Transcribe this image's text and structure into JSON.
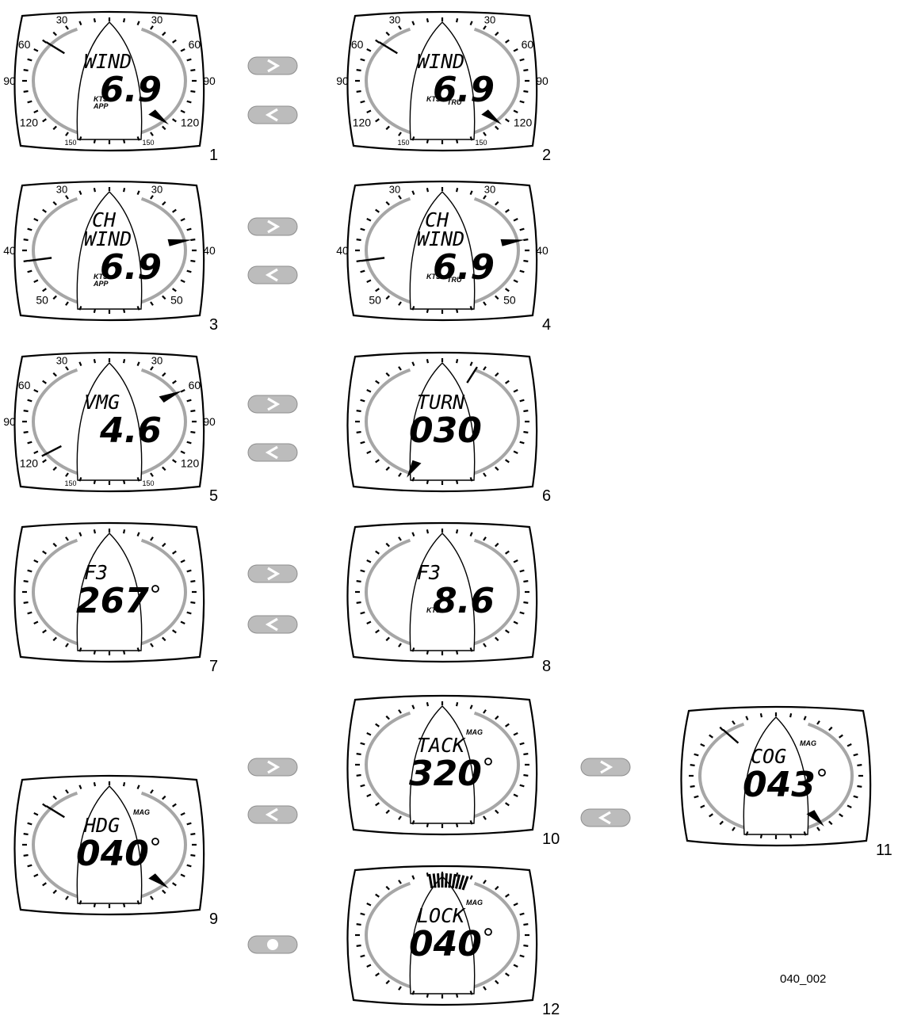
{
  "figure_id": "040_002",
  "button_icons": {
    "next": "chevron-right-icon",
    "prev": "chevron-left-icon",
    "press": "dot-icon"
  },
  "colors": {
    "button_fill": "#bcbcbc",
    "arc_gray": "#a6a6a6",
    "line": "#000000"
  },
  "panels": [
    {
      "number": "1",
      "mode": "WIND",
      "mode2": "",
      "value": "6.9",
      "unit": "KTS",
      "sub": "APP",
      "sub_pos": "under",
      "mag": "",
      "degree": false,
      "scale": {
        "top": "30",
        "mid": "60",
        "low": "90",
        "lower": "120",
        "bottom": "150"
      }
    },
    {
      "number": "2",
      "mode": "WIND",
      "mode2": "",
      "value": "6.9",
      "unit": "KTS",
      "sub": "TRU",
      "sub_pos": "right",
      "mag": "",
      "degree": false,
      "scale": {
        "top": "30",
        "mid": "60",
        "low": "90",
        "lower": "120",
        "bottom": "150"
      }
    },
    {
      "number": "3",
      "mode": "WIND",
      "mode2": "CH",
      "value": "6.9",
      "unit": "KTS",
      "sub": "APP",
      "sub_pos": "under",
      "mag": "",
      "degree": false,
      "scale": {
        "top": "30",
        "mid": "40",
        "low": "50"
      }
    },
    {
      "number": "4",
      "mode": "WIND",
      "mode2": "CH",
      "value": "6.9",
      "unit": "KTS",
      "sub": "TRU",
      "sub_pos": "right",
      "mag": "",
      "degree": false,
      "scale": {
        "top": "30",
        "mid": "40",
        "low": "50"
      }
    },
    {
      "number": "5",
      "mode": "VMG",
      "mode2": "",
      "value": "4.6",
      "unit": "",
      "sub": "",
      "sub_pos": "",
      "mag": "",
      "degree": false,
      "scale": {
        "top": "30",
        "mid": "60",
        "low": "90",
        "lower": "120",
        "bottom": "150"
      }
    },
    {
      "number": "6",
      "mode": "TURN",
      "mode2": "",
      "value": "030",
      "unit": "",
      "sub": "",
      "sub_pos": "",
      "mag": "",
      "degree": false,
      "scale": null
    },
    {
      "number": "7",
      "mode": "F3",
      "mode2": "",
      "value": "267",
      "unit": "",
      "sub": "",
      "sub_pos": "",
      "mag": "",
      "degree": true,
      "scale": null
    },
    {
      "number": "8",
      "mode": "F3",
      "mode2": "",
      "value": "8.6",
      "unit": "KTS",
      "sub": "",
      "sub_pos": "",
      "mag": "",
      "degree": false,
      "scale": null
    },
    {
      "number": "9",
      "mode": "HDG",
      "mode2": "",
      "value": "040",
      "unit": "",
      "sub": "",
      "sub_pos": "",
      "mag": "MAG",
      "degree": true,
      "scale": null
    },
    {
      "number": "10",
      "mode": "TACK",
      "mode2": "",
      "value": "320",
      "unit": "",
      "sub": "",
      "sub_pos": "",
      "mag": "MAG",
      "degree": true,
      "scale": null
    },
    {
      "number": "11",
      "mode": "COG",
      "mode2": "",
      "value": "043",
      "unit": "",
      "sub": "",
      "sub_pos": "",
      "mag": "MAG",
      "degree": true,
      "scale": null
    },
    {
      "number": "12",
      "mode": "LOCK",
      "mode2": "",
      "value": "040",
      "unit": "",
      "sub": "",
      "sub_pos": "",
      "mag": "MAG",
      "degree": true,
      "scale": null
    }
  ]
}
